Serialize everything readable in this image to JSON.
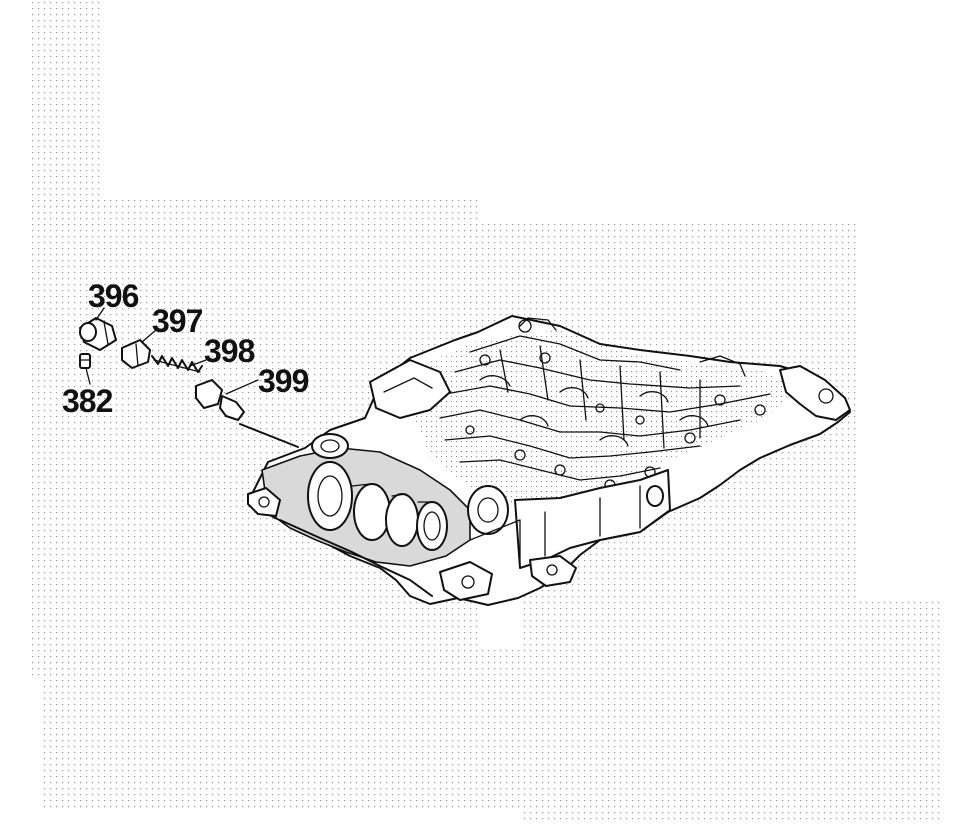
{
  "diagram": {
    "callouts": [
      {
        "id": "396",
        "label": "396"
      },
      {
        "id": "397",
        "label": "397"
      },
      {
        "id": "398",
        "label": "398"
      },
      {
        "id": "399",
        "label": "399"
      },
      {
        "id": "382",
        "label": "382"
      }
    ],
    "colors": {
      "line": "#111111",
      "background": "#ffffff",
      "stipple": "#9a9a9a",
      "shade": "#d9d9d9"
    },
    "subject": "valve-body-exploded-view"
  }
}
